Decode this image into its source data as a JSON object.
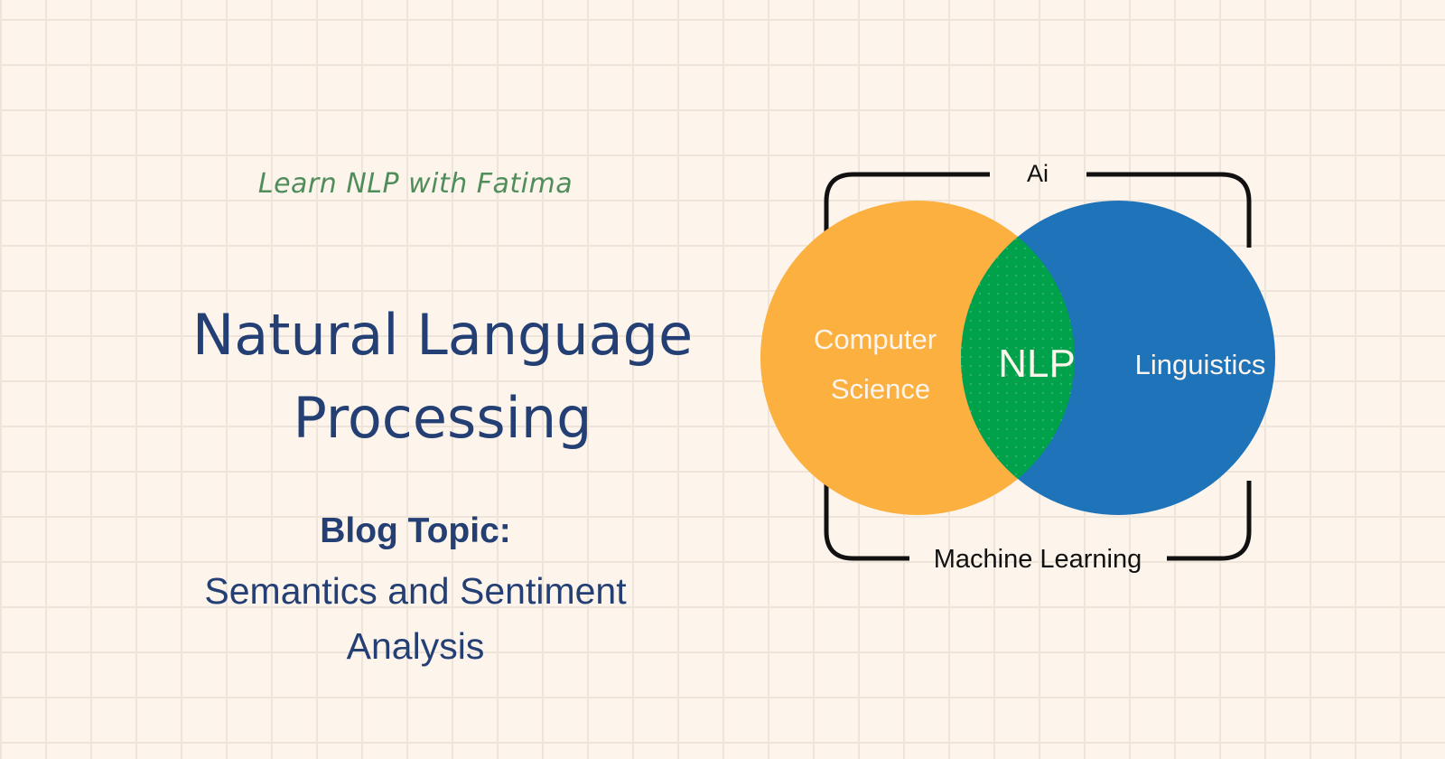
{
  "tagline": "Learn NLP with Fatima",
  "title": {
    "line1": "Natural Language",
    "line2": "Processing"
  },
  "blog": {
    "label": "Blog Topic:",
    "topic_line1": "Semantics and Sentiment",
    "topic_line2": "Analysis"
  },
  "diagram": {
    "outer_top_label": "Ai",
    "outer_bottom_label": "Machine Learning",
    "left_circle": {
      "line1": "Computer",
      "line2": "Science",
      "color": "#fbb040"
    },
    "right_circle": {
      "label": "Linguistics",
      "color": "#1f73b9"
    },
    "intersection": {
      "label": "NLP",
      "color": "#00a14b"
    }
  },
  "colors": {
    "background": "#fdf4ec",
    "grid": "#efe4da",
    "heading": "#233f73",
    "tagline": "#4f8e5a",
    "bracket": "#111111",
    "circle_text": "#fdf4ec"
  }
}
